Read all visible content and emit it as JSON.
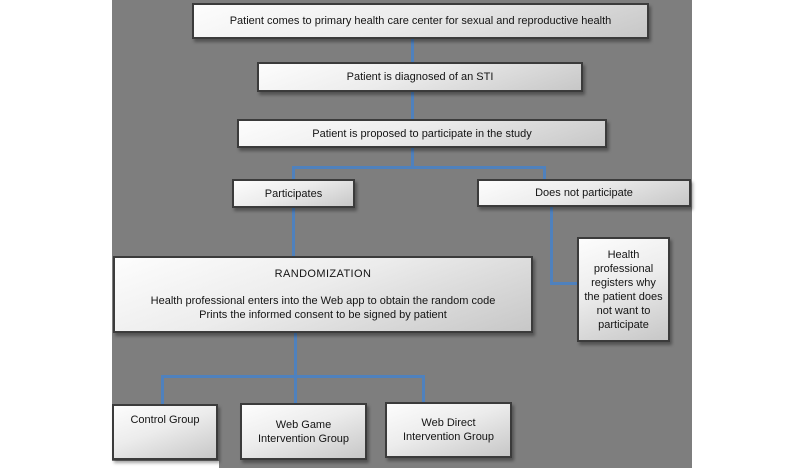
{
  "canvas": {
    "background_color": "#7e7e7e",
    "page_background_color": "#ffffff",
    "connector_color": "#4f81bd",
    "box_border_color": "#3b3b3b"
  },
  "flowchart": {
    "nodes": {
      "arrival": {
        "label": "Patient comes to primary health care center for sexual and reproductive health"
      },
      "diagnosis": {
        "label": "Patient is diagnosed of an STI"
      },
      "proposal": {
        "label": "Patient is proposed to participate in the study"
      },
      "participates": {
        "label": "Participates"
      },
      "not_participate": {
        "label": "Does not participate"
      },
      "randomization": {
        "title": "RANDOMIZATION",
        "line1": "Health professional enters into the Web app to obtain the random code",
        "line2": "Prints the informed consent to be signed by patient"
      },
      "register_refusal": {
        "label": "Health professional registers why the patient does not want to participate"
      },
      "control": {
        "label": "Control Group"
      },
      "web_game": {
        "lines": [
          "Web Game",
          "Intervention Group"
        ]
      },
      "web_direct": {
        "lines": [
          "Web Direct",
          "Intervention Group"
        ]
      }
    }
  }
}
